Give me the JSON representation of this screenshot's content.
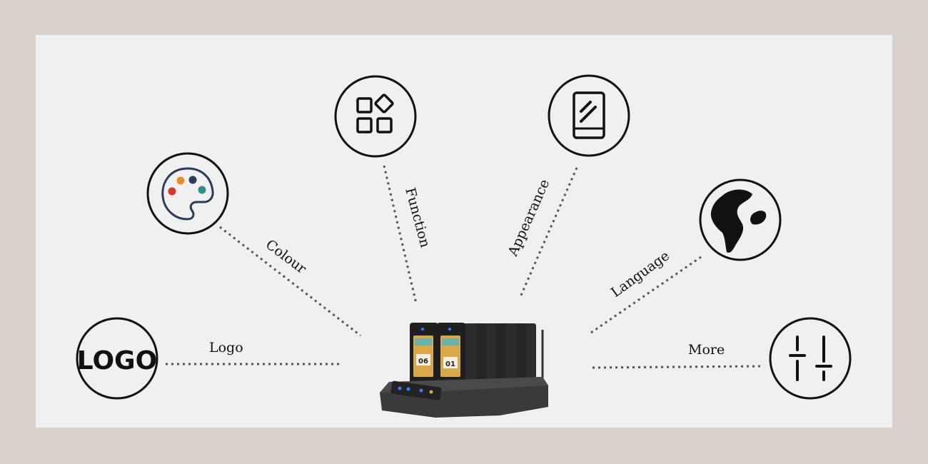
{
  "features": {
    "colour": "Colour",
    "function": "Function",
    "appearance": "Appearance",
    "language": "Language",
    "logo": "Logo",
    "more": "More"
  },
  "logo_icon_text": "LOGO",
  "device": {
    "pager_numbers": [
      "06",
      "01"
    ]
  },
  "colors": {
    "background": "#d8d0cb",
    "panel": "#f0f0f0",
    "palette_red": "#d9362a",
    "palette_orange": "#e98b2a",
    "palette_navy": "#2d3b58",
    "palette_teal": "#2f8f8a"
  },
  "icons": [
    "palette-icon",
    "apps-grid-icon",
    "book-edit-icon",
    "globe-icon",
    "logo-icon",
    "sliders-icon"
  ]
}
